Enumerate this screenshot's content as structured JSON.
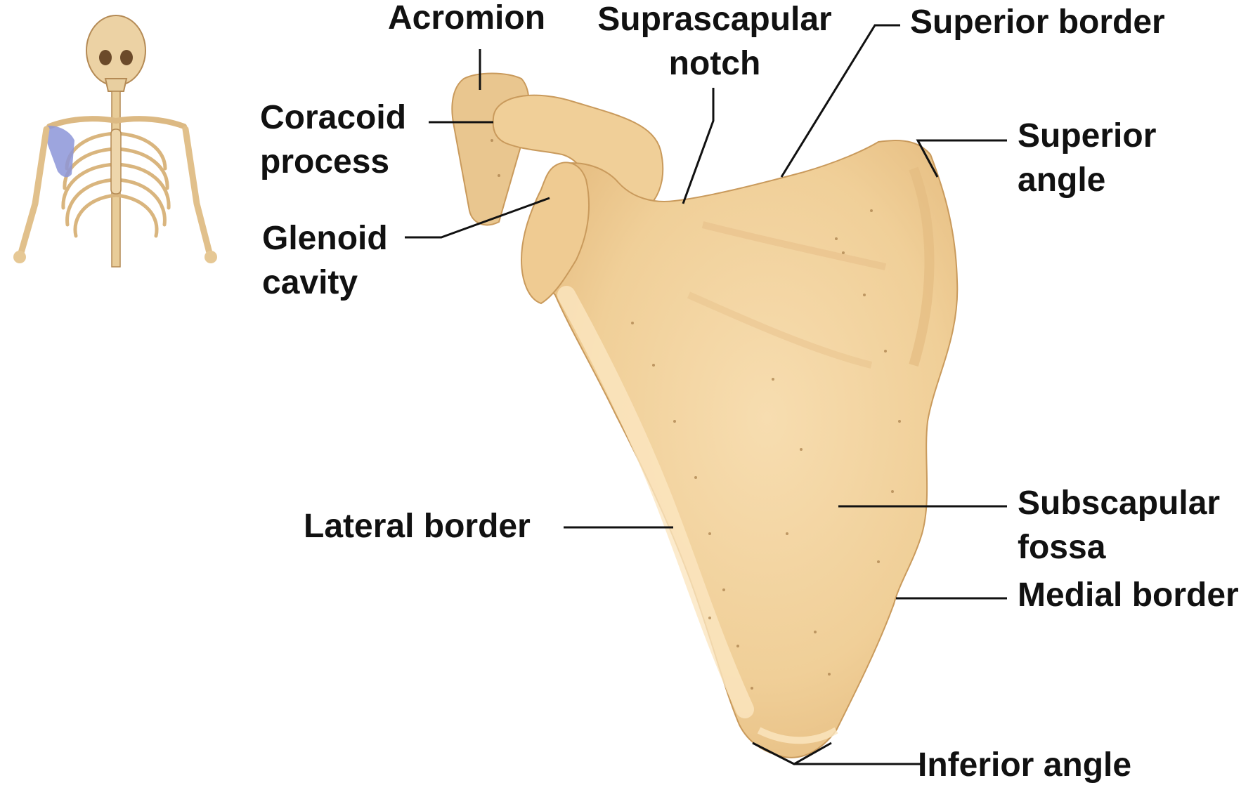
{
  "labels": {
    "acromion": "Acromion",
    "suprascapular_notch": [
      "Suprascapular",
      "notch"
    ],
    "superior_border": "Superior border",
    "coracoid_process": [
      "Coracoid",
      "process"
    ],
    "superior_angle": [
      "Superior",
      "angle"
    ],
    "glenoid_cavity": [
      "Glenoid",
      "cavity"
    ],
    "lateral_border": "Lateral border",
    "subscapular_fossa": [
      "Subscapular",
      "fossa"
    ],
    "medial_border": "Medial border",
    "inferior_angle": "Inferior angle"
  },
  "colors": {
    "bone": "#f2d3a0",
    "bone_shade": "#e0b577",
    "bone_highlight": "#fbe9c8",
    "bone_outline": "#c99a5c",
    "leader_line": "#111111",
    "scapula_highlight_thumbnail": "#8c95d8"
  }
}
